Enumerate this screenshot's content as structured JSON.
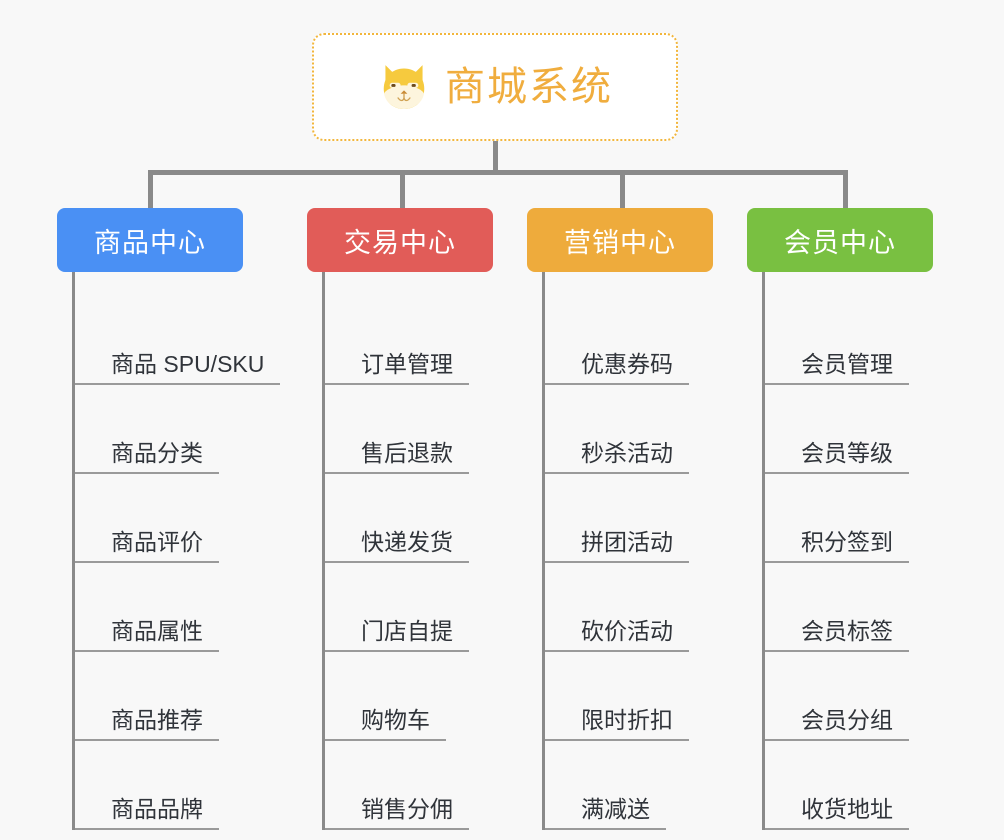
{
  "root": {
    "title": "商城系统",
    "icon": "shiba-inu-dog-face-icon",
    "border_color": "#f2b63c",
    "text_color": "#f0ad3e"
  },
  "connector_color": "#8a8a8a",
  "background_color": "#f8f8f8",
  "columns": [
    {
      "id": "product-center",
      "label": "商品中心",
      "color": "#4a90f4",
      "items": [
        "商品 SPU/SKU",
        "商品分类",
        "商品评价",
        "商品属性",
        "商品推荐",
        "商品品牌"
      ]
    },
    {
      "id": "trade-center",
      "label": "交易中心",
      "color": "#e15c58",
      "items": [
        "订单管理",
        "售后退款",
        "快递发货",
        "门店自提",
        "购物车",
        "销售分佣"
      ]
    },
    {
      "id": "marketing-center",
      "label": "营销中心",
      "color": "#eeab3c",
      "items": [
        "优惠券码",
        "秒杀活动",
        "拼团活动",
        "砍价活动",
        "限时折扣",
        "满减送"
      ]
    },
    {
      "id": "member-center",
      "label": "会员中心",
      "color": "#79c041",
      "items": [
        "会员管理",
        "会员等级",
        "积分签到",
        "会员标签",
        "会员分组",
        "收货地址"
      ]
    }
  ]
}
